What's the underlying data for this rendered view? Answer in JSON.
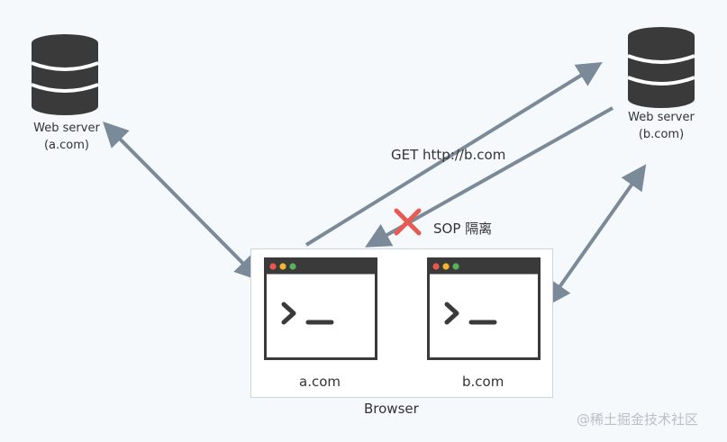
{
  "servers": {
    "left": {
      "name": "Web server",
      "domain": "(a.com)",
      "icon": "database-icon"
    },
    "right": {
      "name": "Web server",
      "domain": "(b.com)",
      "icon": "database-icon"
    }
  },
  "browser": {
    "label": "Browser",
    "windows": [
      {
        "label": "a.com",
        "icon": "terminal-icon"
      },
      {
        "label": "b.com",
        "icon": "terminal-icon"
      }
    ]
  },
  "request_label": "GET http://b.com",
  "sop": {
    "label": "SOP 隔离",
    "icon": "cross-icon"
  },
  "watermark": "@稀土掘金技术社区",
  "colors": {
    "arrow": "#7a8a98",
    "db_body": "#3a3a3a",
    "db_band": "#ffffff",
    "window_border": "#3a3a3a",
    "cross": "#e85b52",
    "dot_red": "#e8594c",
    "dot_yellow": "#f2b632",
    "dot_green": "#56b35a"
  }
}
